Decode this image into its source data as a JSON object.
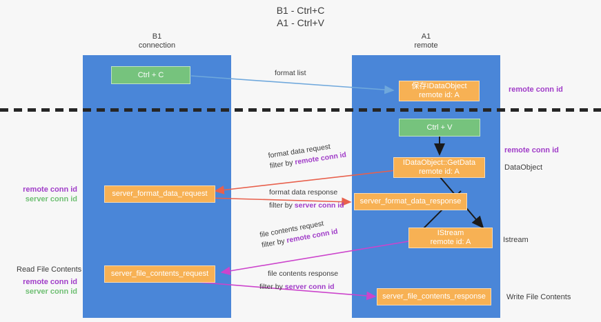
{
  "title": "B1 - Ctrl+C\nA1 - Ctrl+V",
  "columns": {
    "left": {
      "name": "B1",
      "role": "connection",
      "label": "B1\nconnection"
    },
    "right": {
      "name": "A1",
      "role": "remote",
      "label": "A1\nremote"
    }
  },
  "colors": {
    "lane": "#4a86d8",
    "green_box": "#76c37d",
    "orange_box": "#f7b154",
    "remote_conn_id": "#a03cc8",
    "server_conn_id": "#6fbf73",
    "arrow_blue": "#6fa8dc",
    "arrow_red": "#e8604c",
    "arrow_magenta": "#cc44cc",
    "arrow_black": "#1a1a1a",
    "separator": "#262626",
    "background": "#f7f7f7"
  },
  "boxes": {
    "ctrl_c": {
      "label": "Ctrl + C",
      "kind": "green"
    },
    "ctrl_v": {
      "label": "Ctrl + V",
      "kind": "green"
    },
    "save_idataobject": {
      "label": "保存IDataObject\nremote id: A",
      "kind": "orange"
    },
    "idataobject_getdata": {
      "label": "IDataObject::GetData\nremote id: A",
      "kind": "orange"
    },
    "server_format_data_request": {
      "label": "server_format_data_request",
      "kind": "orange"
    },
    "server_format_data_response": {
      "label": "server_format_data_response",
      "kind": "orange"
    },
    "istream": {
      "label": "IStream\nremote id: A",
      "kind": "orange"
    },
    "server_file_contents_request": {
      "label": "server_file_contents_request",
      "kind": "orange"
    },
    "server_file_contents_response": {
      "label": "server_file_contents_response",
      "kind": "orange"
    }
  },
  "arrow_labels": {
    "format_list": {
      "line1": "format list",
      "line2": "",
      "line2_highlight": ""
    },
    "format_data_request": {
      "line1": "format data request",
      "line2": "filter by ",
      "line2_highlight": "remote conn id"
    },
    "format_data_response": {
      "line1": "format data response",
      "line2": "filter by ",
      "line2_highlight": "server conn id"
    },
    "file_contents_request": {
      "line1": "file contents request",
      "line2": "filter by ",
      "line2_highlight": "remote conn id"
    },
    "file_contents_response": {
      "line1": "file contents response",
      "line2": "filter by ",
      "line2_highlight": "server conn id"
    }
  },
  "side_labels": {
    "right_remote_conn_id_top": "remote conn id",
    "right_remote_conn_id_mid": "remote conn id",
    "right_dataobject": "DataObject",
    "right_istream": "Istream",
    "right_write_file_contents": "Write File Contents",
    "left_read_file_contents": "Read File Contents",
    "conn_remote": "remote conn id",
    "conn_server": "server conn id"
  }
}
